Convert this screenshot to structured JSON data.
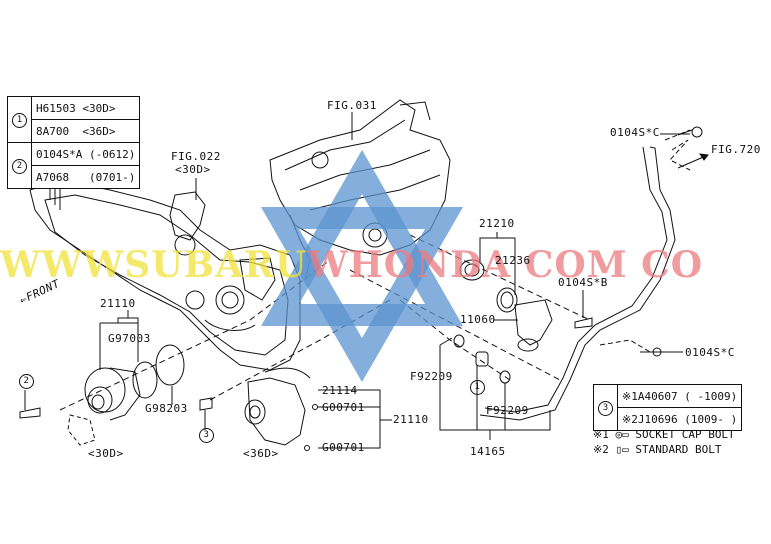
{
  "diagram": {
    "type": "exploded-parts-diagram",
    "subject": "Subaru engine water pump / timing cover assembly",
    "references": {
      "fig031": "FIG.031",
      "fig022": "FIG.022",
      "fig022_variant": "<30D>",
      "fig720": "FIG.720"
    },
    "direction_label": "FRONT",
    "variants": {
      "left": "<30D>",
      "middle": "<36D>"
    },
    "parts": {
      "p21110_a": "21110",
      "p21110_b": "21110",
      "g97003": "G97003",
      "g98203": "G98203",
      "p21114": "21114",
      "g00701_a": "G00701",
      "g00701_b": "G00701",
      "p21210": "21210",
      "p21236": "21236",
      "p11060": "11060",
      "bolt_b": "0104S*B",
      "bolt_c_top": "0104S*C",
      "bolt_c_mid": "0104S*C",
      "f92209_a": "F92209",
      "f92209_b": "F92209",
      "p14165": "14165"
    },
    "callouts": {
      "c1": "1",
      "c2": "2",
      "c3": "3"
    }
  },
  "table_left": {
    "rows": [
      {
        "group": "1",
        "part": "H61503",
        "note": "<30D>"
      },
      {
        "group": "",
        "part": "8A700",
        "note": "<36D>"
      },
      {
        "group": "2",
        "part": "0104S*A",
        "note": "(-0612)"
      },
      {
        "group": "",
        "part": "A7068",
        "note": "(0701-)"
      }
    ]
  },
  "table_right": {
    "group": "3",
    "rows": [
      {
        "mark": "※1",
        "part": "A40607",
        "note": "( -1009)"
      },
      {
        "mark": "※2",
        "part": "J10696",
        "note": "(1009- )"
      }
    ]
  },
  "bolt_legend": [
    {
      "mark": "※1",
      "label": "SOCKET CAP BOLT"
    },
    {
      "mark": "※2",
      "label": "STANDARD BOLT"
    }
  ],
  "watermark": {
    "text_part1": "WWW.SUBARU",
    "text_part2": "HONDA.COM.CO",
    "display_yellow": "WWWSUBARU",
    "display_red": "WHONDA COM CO",
    "colors": {
      "yellow": "#f2e23a",
      "red": "#ec7c80",
      "star": "#5b93cf"
    }
  }
}
